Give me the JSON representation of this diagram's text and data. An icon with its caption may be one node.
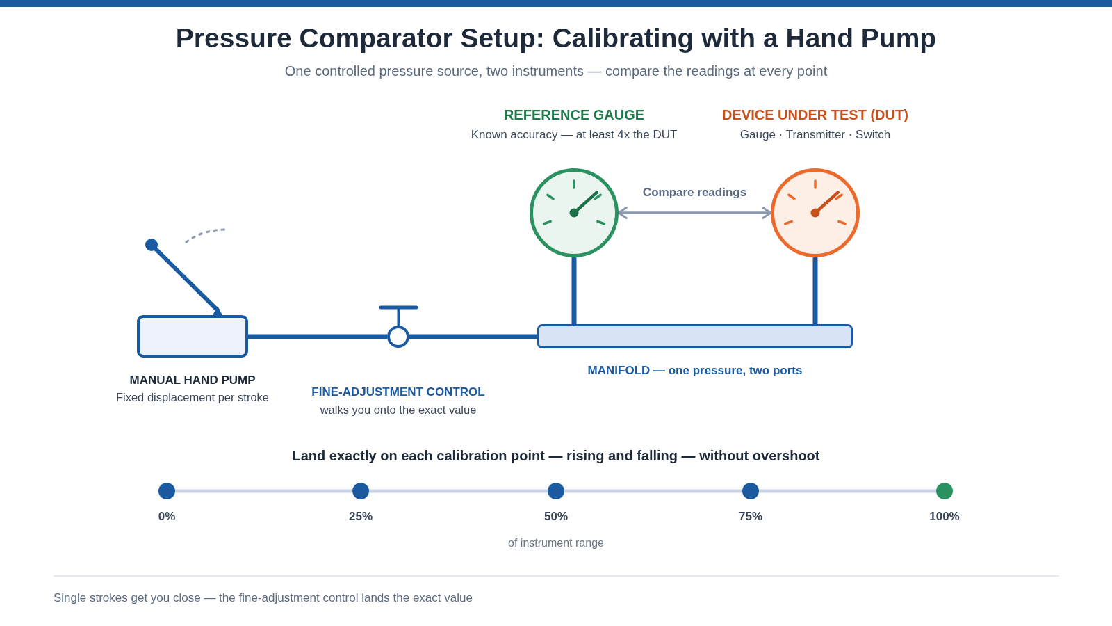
{
  "diagram": {
    "title": "Pressure Comparator Setup: Calibrating with a Hand Pump",
    "caption": "Single strokes get you close — the fine-adjustment control lands the exact value",
    "nodes": [
      {
        "text": [
          "MANUAL HAND PUMP",
          "Fixed displacement per stroke"
        ]
      },
      {
        "text": [
          "FINE-ADJUSTMENT CONTROL",
          "walks you onto the exact value"
        ]
      },
      {
        "text": [
          "MANIFOLD — one pressure, two ports"
        ]
      },
      {
        "text": [
          "REFERENCE GAUGE",
          "Known accuracy — at least 4x the DUT"
        ]
      },
      {
        "text": [
          "DEVICE UNDER TEST (DUT)",
          "Gauge · Transmitter · Switch"
        ]
      },
      {
        "text": [
          "0%"
        ]
      },
      {
        "text": [
          "25%"
        ]
      },
      {
        "text": [
          "50%"
        ]
      },
      {
        "text": [
          "75%"
        ]
      },
      {
        "text": [
          "100%"
        ]
      }
    ],
    "edges": [
      {
        "from": 0,
        "to": 1,
        "arrow": "none"
      },
      {
        "from": 1,
        "to": 2,
        "arrow": "none"
      },
      {
        "from": 2,
        "to": 3,
        "arrow": "none"
      },
      {
        "from": 2,
        "to": 4,
        "arrow": "none"
      },
      {
        "from": 3,
        "to": 4,
        "arrow": "both",
        "label": "Compare readings",
        "color": "#8a97ad"
      },
      {
        "from": 5,
        "to": 6,
        "arrow": "none",
        "color": "#c8d2e2"
      },
      {
        "from": 6,
        "to": 7,
        "arrow": "none",
        "color": "#c8d2e2"
      },
      {
        "from": 7,
        "to": 8,
        "arrow": "none",
        "color": "#c8d2e2"
      },
      {
        "from": 8,
        "to": 9,
        "arrow": "none",
        "color": "#c8d2e2"
      }
    ],
    "labels": [
      "One controlled pressure source, two instruments — compare the readings at every point",
      "Land exactly on each calibration point — rising and falling — without overshoot",
      "of instrument range"
    ]
  }
}
